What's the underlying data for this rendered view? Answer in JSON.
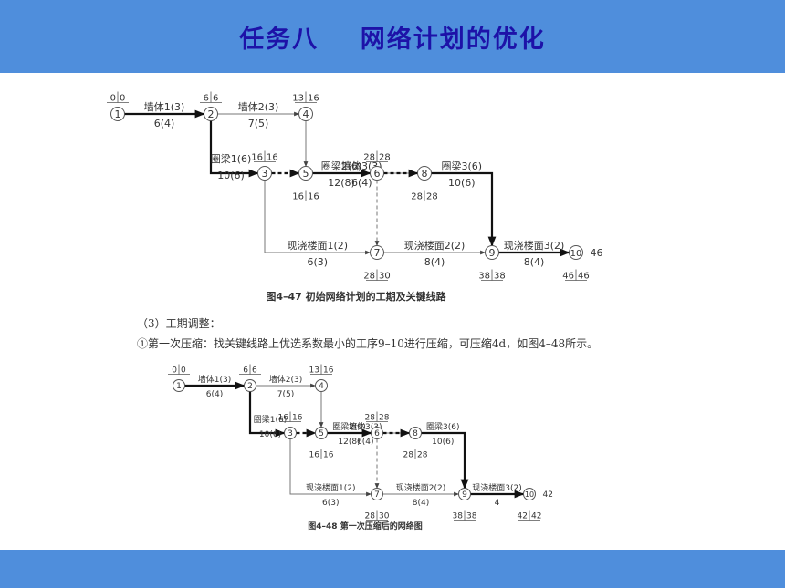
{
  "header": {
    "title": "任务八    网络计划的优化"
  },
  "diagram1": {
    "nodes": [
      {
        "id": "1",
        "ef": "0|0"
      },
      {
        "id": "2",
        "ef": "6|6"
      },
      {
        "id": "3",
        "ef": "16|16"
      },
      {
        "id": "4",
        "ef": "13|16"
      },
      {
        "id": "5",
        "ef": "16|16"
      },
      {
        "id": "6",
        "ef": "28|28"
      },
      {
        "id": "7",
        "ef": "28|30"
      },
      {
        "id": "8",
        "ef": "28|28"
      },
      {
        "id": "9",
        "ef": "38|38"
      },
      {
        "id": "10",
        "ef": "46|46",
        "total": "46"
      }
    ],
    "edges": [
      {
        "from": "1",
        "to": "2",
        "top": "墙体1(3)",
        "bottom": "6(4)",
        "style": "critical"
      },
      {
        "from": "2",
        "to": "4",
        "top": "墙体2(3)",
        "bottom": "7(5)",
        "style": "normal"
      },
      {
        "from": "4",
        "to": "8",
        "top": "墙体3(3)",
        "bottom": "6(4)",
        "style": "normal"
      },
      {
        "from": "2",
        "to": "3",
        "top": "圈梁1(6)",
        "bottom": "10(6)",
        "style": "critical"
      },
      {
        "from": "3",
        "to": "5",
        "top": "",
        "bottom": "",
        "style": "dummy-critical"
      },
      {
        "from": "4",
        "to": "5",
        "top": "",
        "bottom": "",
        "style": "dummy"
      },
      {
        "from": "5",
        "to": "6",
        "top": "圈梁2(6)",
        "bottom": "12(8)",
        "style": "critical"
      },
      {
        "from": "6",
        "to": "8",
        "top": "",
        "bottom": "",
        "style": "dummy-critical"
      },
      {
        "from": "6",
        "to": "7",
        "top": "",
        "bottom": "",
        "style": "dummy"
      },
      {
        "from": "8",
        "to": "9",
        "top": "圈梁3(6)",
        "bottom": "10(6)",
        "style": "critical"
      },
      {
        "from": "3",
        "to": "7",
        "top": "现浇楼面1(2)",
        "bottom": "6(3)",
        "style": "normal"
      },
      {
        "from": "7",
        "to": "9",
        "top": "现浇楼面2(2)",
        "bottom": "8(4)",
        "style": "normal"
      },
      {
        "from": "9",
        "to": "10",
        "top": "现浇楼面3(2)",
        "bottom": "8(4)",
        "style": "critical"
      }
    ],
    "caption": "图4–47    初始网络计划的工期及关键线路"
  },
  "text": {
    "line1": "（3）工期调整：",
    "line2": "①第一次压缩：找关键线路上优选系数最小的工序9–10进行压缩，可压缩4d，如图4–48所示。"
  },
  "diagram2": {
    "nodes": [
      {
        "id": "1",
        "ef": "0|0"
      },
      {
        "id": "2",
        "ef": "6|6"
      },
      {
        "id": "3",
        "ef": "16|16"
      },
      {
        "id": "4",
        "ef": "13|16"
      },
      {
        "id": "5",
        "ef": "16|16"
      },
      {
        "id": "6",
        "ef": "28|28"
      },
      {
        "id": "7",
        "ef": "28|30"
      },
      {
        "id": "8",
        "ef": "28|28"
      },
      {
        "id": "9",
        "ef": "38|38"
      },
      {
        "id": "10",
        "ef": "42|42",
        "total": "42"
      }
    ],
    "edges": [
      {
        "from": "1",
        "to": "2",
        "top": "墙体1(3)",
        "bottom": "6(4)",
        "style": "critical"
      },
      {
        "from": "2",
        "to": "4",
        "top": "墙体2(3)",
        "bottom": "7(5)",
        "style": "normal"
      },
      {
        "from": "4",
        "to": "8",
        "top": "墙体3(3)",
        "bottom": "6(4)",
        "style": "normal"
      },
      {
        "from": "2",
        "to": "3",
        "top": "圈梁1(6)",
        "bottom": "10(6)",
        "style": "critical"
      },
      {
        "from": "3",
        "to": "5",
        "top": "",
        "bottom": "",
        "style": "dummy-critical"
      },
      {
        "from": "4",
        "to": "5",
        "top": "",
        "bottom": "",
        "style": "dummy"
      },
      {
        "from": "5",
        "to": "6",
        "top": "圈梁2(6)",
        "bottom": "12(8)",
        "style": "critical"
      },
      {
        "from": "6",
        "to": "8",
        "top": "",
        "bottom": "",
        "style": "dummy-critical"
      },
      {
        "from": "6",
        "to": "7",
        "top": "",
        "bottom": "",
        "style": "dummy"
      },
      {
        "from": "8",
        "to": "9",
        "top": "圈梁3(6)",
        "bottom": "10(6)",
        "style": "critical"
      },
      {
        "from": "3",
        "to": "7",
        "top": "现浇楼面1(2)",
        "bottom": "6(3)",
        "style": "normal"
      },
      {
        "from": "7",
        "to": "9",
        "top": "现浇楼面2(2)",
        "bottom": "8(4)",
        "style": "normal"
      },
      {
        "from": "9",
        "to": "10",
        "top": "现浇楼面3(2)",
        "bottom": "4",
        "style": "critical"
      }
    ],
    "caption": "图4–48    第一次压缩后的网络图"
  }
}
